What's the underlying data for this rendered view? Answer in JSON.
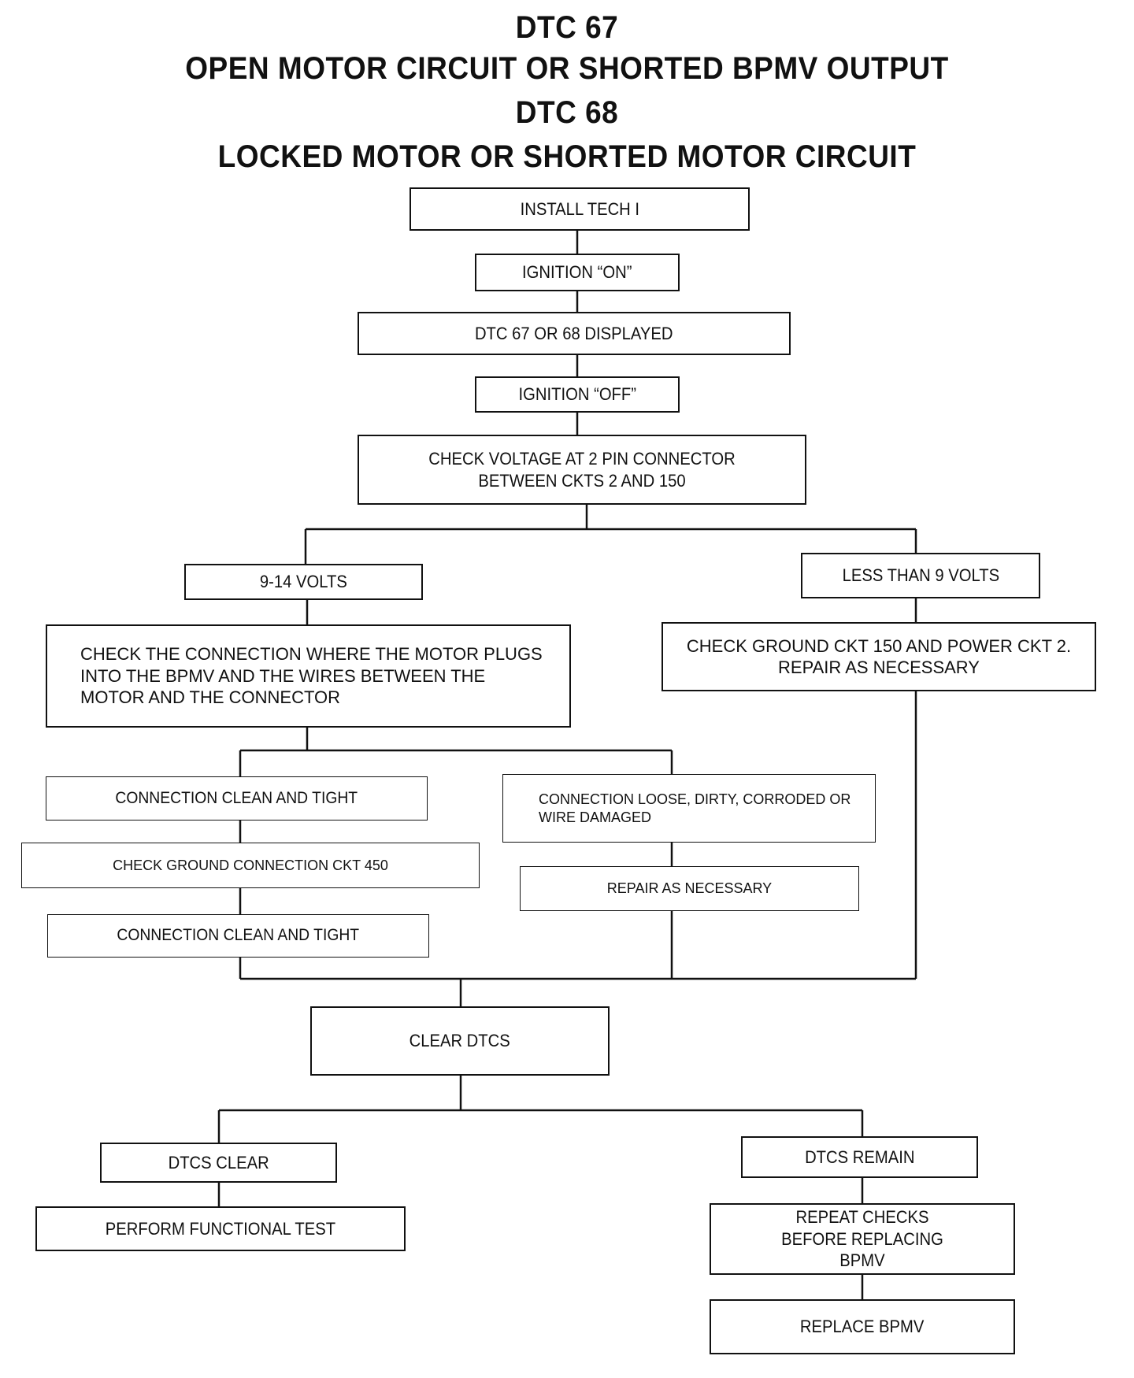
{
  "titles": {
    "line1": "DTC 67",
    "line2": "OPEN MOTOR CIRCUIT OR SHORTED BPMV OUTPUT",
    "line3": "DTC 68",
    "line4": "LOCKED MOTOR OR SHORTED MOTOR CIRCUIT"
  },
  "steps": {
    "install_tech": "INSTALL TECH I",
    "ignition_on": "IGNITION “ON”",
    "dtc_displayed": "DTC 67 OR 68 DISPLAYED",
    "ignition_off": "IGNITION “OFF”",
    "check_voltage": "CHECK VOLTAGE AT 2 PIN CONNECTOR BETWEEN CKTS 2 AND 150",
    "volts_9_14": "9-14 VOLTS",
    "less_than_9": "LESS THAN 9 VOLTS",
    "check_connection": "CHECK THE CONNECTION WHERE THE MOTOR PLUGS INTO THE BPMV AND THE WIRES BETWEEN THE MOTOR AND THE CONNECTOR",
    "check_ground_power": "CHECK GROUND CKT 150 AND POWER CKT 2. REPAIR AS NECESSARY",
    "connection_clean_1": "CONNECTION CLEAN AND TIGHT",
    "connection_loose": "CONNECTION LOOSE, DIRTY, CORRODED OR WIRE DAMAGED",
    "check_ground_450": "CHECK GROUND CONNECTION CKT 450",
    "repair_as_necessary": "REPAIR AS NECESSARY",
    "connection_clean_2": "CONNECTION CLEAN AND TIGHT",
    "clear_dtcs": "CLEAR DTCS",
    "dtcs_clear": "DTCS CLEAR",
    "dtcs_remain": "DTCS REMAIN",
    "perform_functional_test": "PERFORM FUNCTIONAL TEST",
    "repeat_checks": "REPEAT CHECKS BEFORE REPLACING BPMV",
    "replace_bpmv": "REPLACE BPMV"
  }
}
